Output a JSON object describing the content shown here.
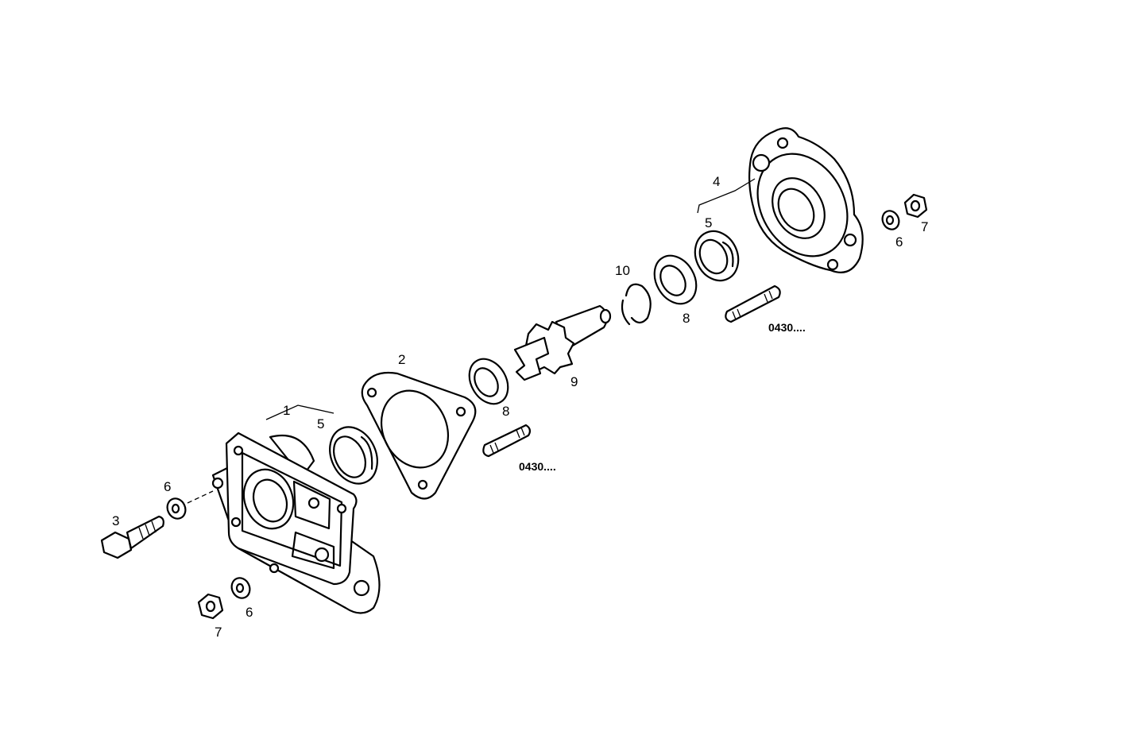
{
  "diagram": {
    "type": "exploded parts drawing",
    "line_color": "#000000",
    "background": "#ffffff",
    "labels": {
      "housing": "1",
      "gasket": "2",
      "bolt": "3",
      "cover": "4",
      "seal_left": "5",
      "seal_right": "5",
      "washer_left_top": "6",
      "washer_left_bottom": "6",
      "washer_right": "6",
      "nut_left": "7",
      "nut_right": "7",
      "ring_left": "8",
      "ring_right": "8",
      "gear_shaft": "9",
      "circlip": "10",
      "stud_left_code": "0430....",
      "stud_right_code": "0430...."
    }
  }
}
